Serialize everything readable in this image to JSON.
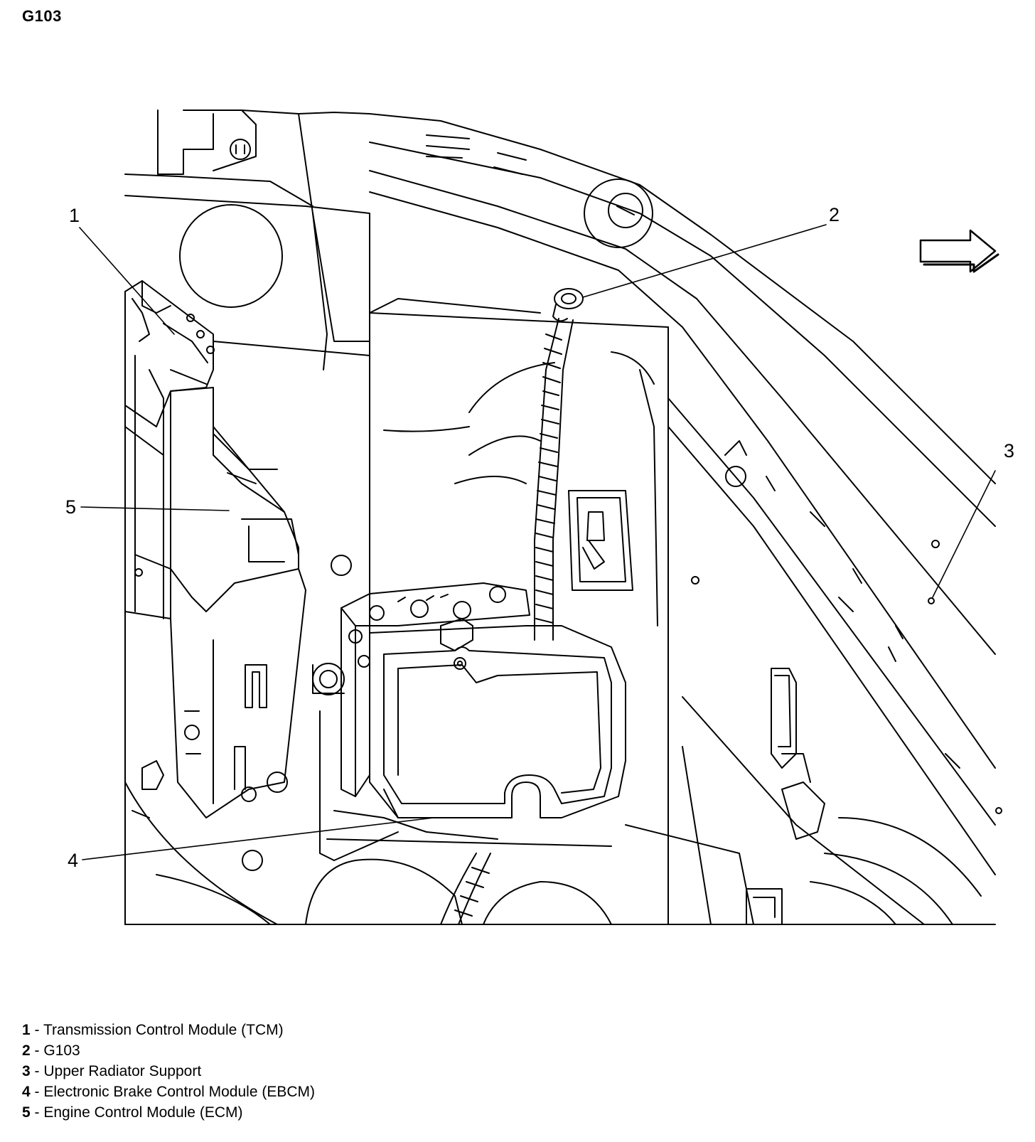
{
  "title": "G103",
  "callouts": [
    "1",
    "2",
    "3",
    "4",
    "5"
  ],
  "legend": [
    {
      "num": "1",
      "sep": " - ",
      "text": "Transmission Control Module (TCM)"
    },
    {
      "num": "2",
      "sep": " - ",
      "text": "G103"
    },
    {
      "num": "3",
      "sep": " - ",
      "text": "Upper Radiator Support"
    },
    {
      "num": "4",
      "sep": " - ",
      "text": "Electronic Brake Control Module (EBCM)"
    },
    {
      "num": "5",
      "sep": " - ",
      "text": "Engine Control Module (ECM)"
    }
  ],
  "icons": {
    "direction": "forward-arrow-icon"
  },
  "colors": {
    "line": "#000000",
    "background": "#ffffff"
  }
}
